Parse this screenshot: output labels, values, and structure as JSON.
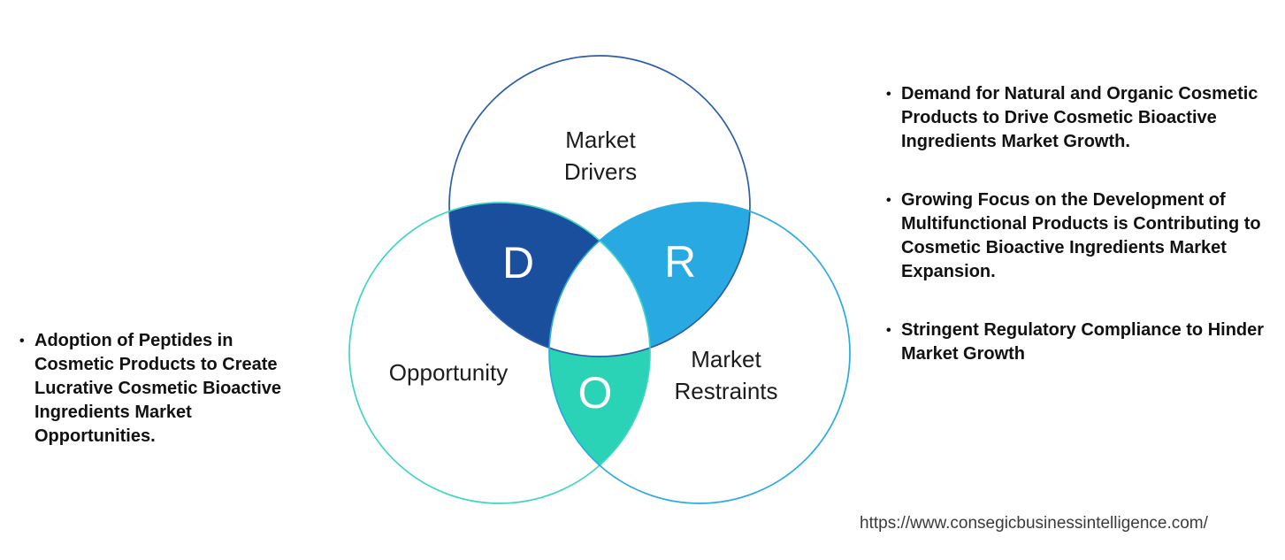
{
  "venn": {
    "circles": [
      {
        "key": "drivers",
        "label": "Market\nDrivers",
        "outline_color": "#2a5ea9"
      },
      {
        "key": "opportunity",
        "label": "Opportunity",
        "outline_color": "#3fd5c4"
      },
      {
        "key": "restraints",
        "label": "Market\nRestraints",
        "outline_color": "#2aaae2"
      }
    ],
    "regions": [
      {
        "key": "drivers-opportunity",
        "letter": "D",
        "fill": "#1a4f9d"
      },
      {
        "key": "drivers-restraints",
        "letter": "R",
        "fill": "#29a9e2"
      },
      {
        "key": "opportunity-restraints",
        "letter": "O",
        "fill": "#2ad2b6"
      }
    ],
    "center_fill": "#ffffff"
  },
  "bullet_char": "•",
  "left_notes": [
    {
      "text": "Adoption of Peptides in Cosmetic Products to Create Lucrative Cosmetic Bioactive Ingredients Market Opportunities."
    }
  ],
  "right_notes": [
    {
      "text": "Demand for Natural and Organic Cosmetic Products to Drive Cosmetic Bioactive Ingredients Market Growth."
    },
    {
      "text": "Growing Focus on the Development of Multifunctional Products is Contributing to Cosmetic Bioactive Ingredients Market Expansion."
    },
    {
      "text": "Stringent Regulatory Compliance to Hinder Market Growth"
    }
  ],
  "footer": {
    "url": "https://www.consegicbusinessintelligence.com/"
  }
}
